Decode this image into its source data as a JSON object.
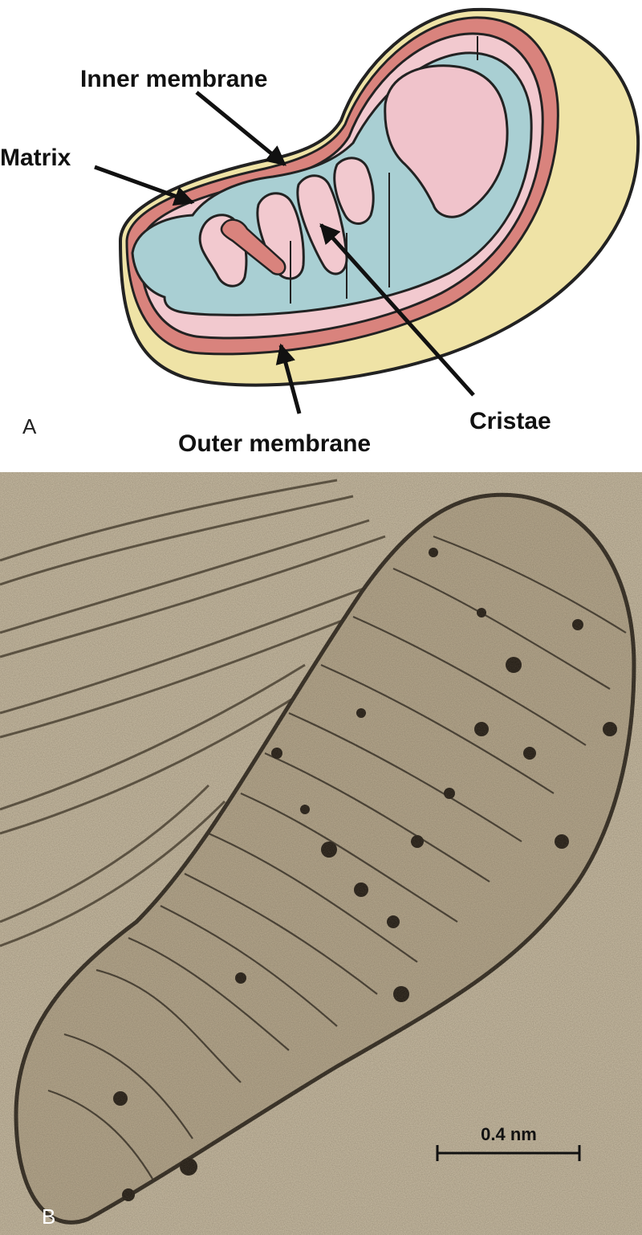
{
  "panel_a": {
    "letter": "A",
    "labels": {
      "inner_membrane": "Inner membrane",
      "matrix": "Matrix",
      "cristae": "Cristae",
      "outer_membrane": "Outer membrane"
    },
    "colors": {
      "outer_membrane": "#efe3a6",
      "intermembrane_space": "#d9837d",
      "inner_membrane": "#f2c9cf",
      "matrix": "#a9cfd3",
      "outline": "#222222"
    }
  },
  "panel_b": {
    "letter": "B",
    "scale_bar_label": "0.4 nm",
    "colors": {
      "background": "#cbbfa6",
      "organelle": "#b9ab90",
      "membrane": "#2a241c"
    }
  }
}
